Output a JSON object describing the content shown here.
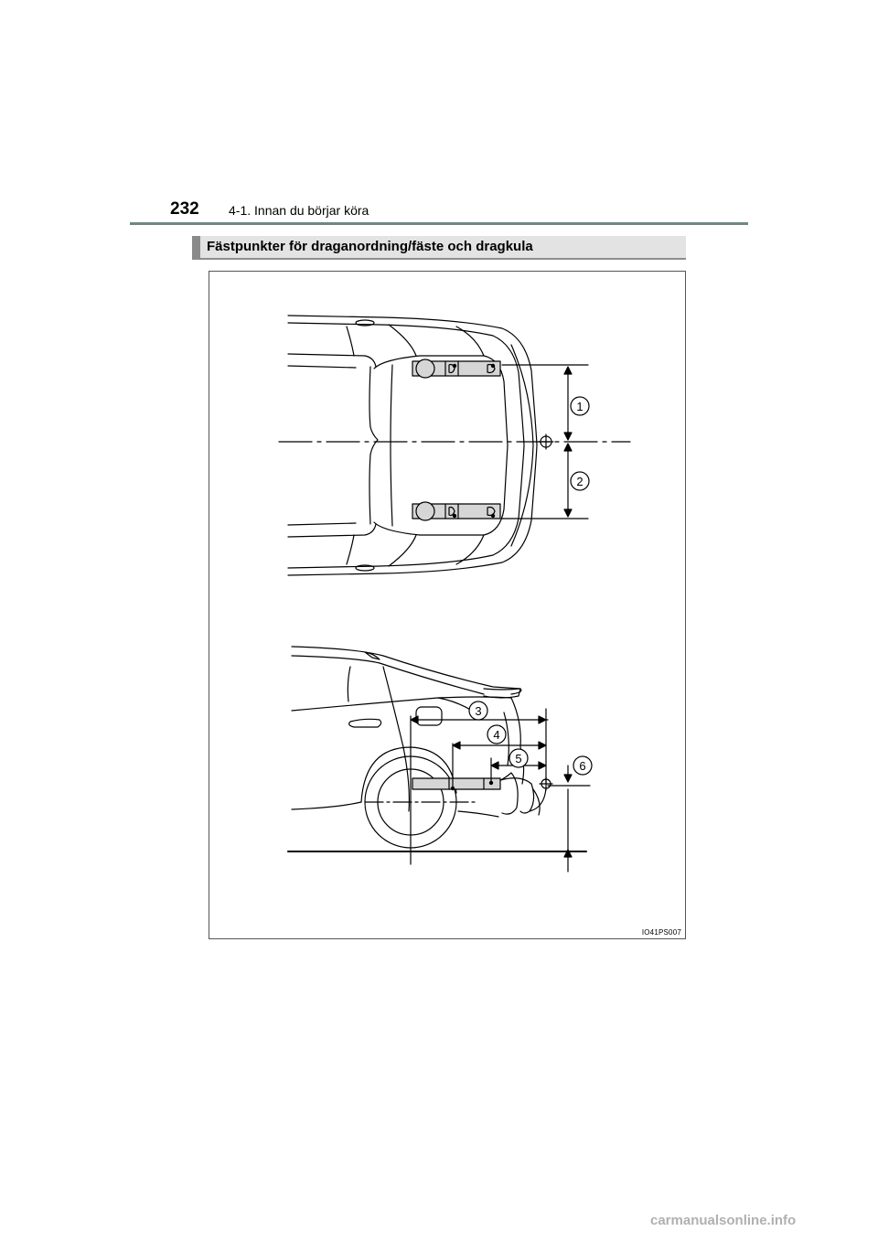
{
  "header": {
    "page_number": "232",
    "chapter": "4-1. Innan du börjar köra"
  },
  "section": {
    "title": "Fästpunkter för draganordning/fäste och dragkula"
  },
  "figure": {
    "code": "IO41PS007",
    "callouts": [
      "1",
      "2",
      "3",
      "4",
      "5",
      "6"
    ]
  },
  "footer": {
    "watermark": "carmanualsonline.info"
  }
}
